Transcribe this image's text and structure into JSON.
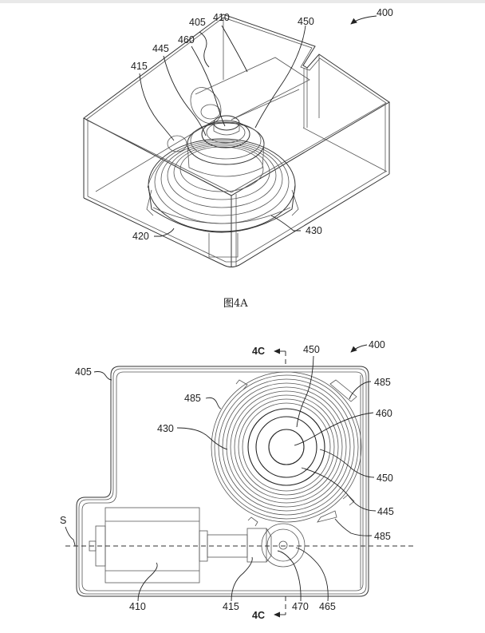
{
  "figure_a": {
    "caption": "图4A",
    "ref_assembly": "400",
    "labels": {
      "housing": "405",
      "motor": "410",
      "shaft": "415",
      "base": "420",
      "coil": "430",
      "gear": "445",
      "spring": "450",
      "hub": "460"
    }
  },
  "figure_b": {
    "ref_assembly": "400",
    "section_marker": "4C",
    "axis_label": "S",
    "labels": {
      "housing": "405",
      "motor": "410",
      "shaft": "415",
      "coil": "430",
      "gear": "445",
      "spring_top": "450",
      "spring_right": "450",
      "hub": "460",
      "pinion": "465",
      "coupler": "470",
      "tab_left": "485",
      "tab_top_right": "485",
      "tab_bottom_right": "485"
    }
  },
  "colors": {
    "line": "#333333",
    "background": "#ffffff"
  }
}
